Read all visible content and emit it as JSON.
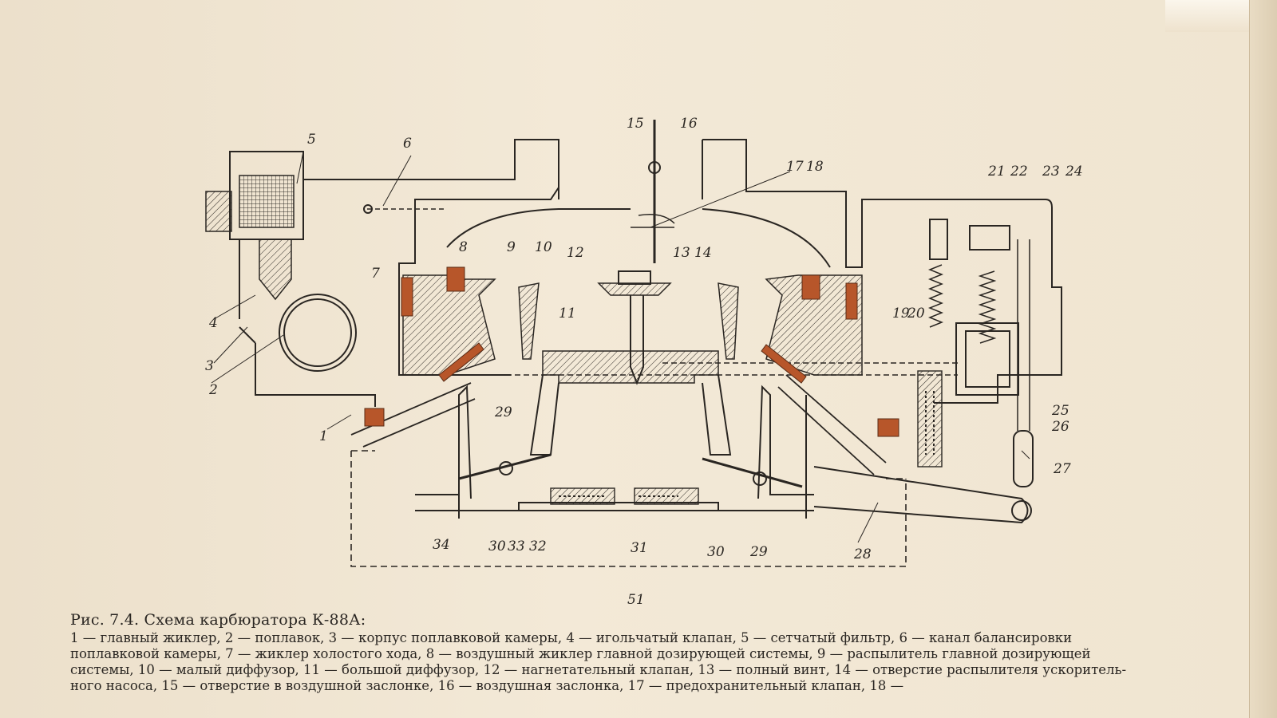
{
  "figure": {
    "page_number": "51",
    "caption": "Рис. 7.4. Схема карбюратора К-88А:",
    "labels": [
      "1",
      "2",
      "3",
      "4",
      "5",
      "6",
      "7",
      "8",
      "9",
      "10",
      "11",
      "12",
      "13",
      "14",
      "15",
      "16",
      "17",
      "18",
      "19",
      "20",
      "21",
      "22",
      "23",
      "24",
      "25",
      "26",
      "27",
      "28",
      "29",
      "29",
      "30",
      "30",
      "31",
      "32",
      "33",
      "34"
    ],
    "legend_lines": [
      "1 — главный жиклер, 2 — поплавок, 3 — корпус поплавковой камеры, 4 — игольчатый клапан, 5 — сетчатый фильтр, 6 — канал балансировки",
      "поплавковой камеры, 7 — жиклер холостого хода, 8 — воздушный жиклер главной дозирующей системы, 9 — распылитель главной дозирующей",
      "системы, 10 — малый диффузор, 11 — большой диффузор, 12 — нагнетательный клапан, 13 — полный винт, 14 — отверстие распылителя ускоритель-",
      "ного насоса, 15 — отверстие в воздушной заслонке, 16 — воздушная заслонка, 17 — предохранительный клапан, 18 —"
    ]
  },
  "colors": {
    "ink": "#2a2622",
    "accent_orange": "#b7562a",
    "paper": "#f1e6d2"
  }
}
